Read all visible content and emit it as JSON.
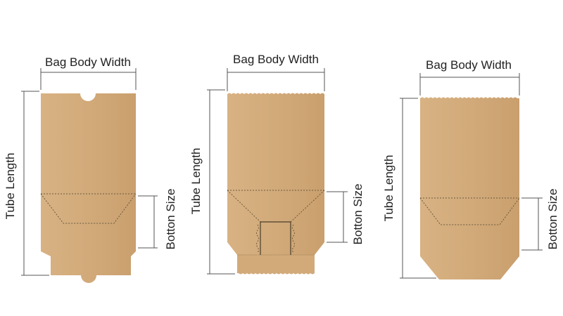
{
  "colors": {
    "kraft_light": "#d9b487",
    "kraft_mid": "#d4ad7e",
    "kraft_dark": "#c89f6c",
    "dimension_line": "#555555",
    "text": "#222222"
  },
  "bags": [
    {
      "id": "bag-1",
      "width_label": "Bag Body Width",
      "length_label": "Tube Length",
      "bottom_label": "Botton Size"
    },
    {
      "id": "bag-2",
      "width_label": "Bag Body Width",
      "length_label": "Tube Length",
      "bottom_label": "Botton Size"
    },
    {
      "id": "bag-3",
      "width_label": "Bag Body Width",
      "length_label": "Tube Length",
      "bottom_label": "Botton Size"
    }
  ]
}
